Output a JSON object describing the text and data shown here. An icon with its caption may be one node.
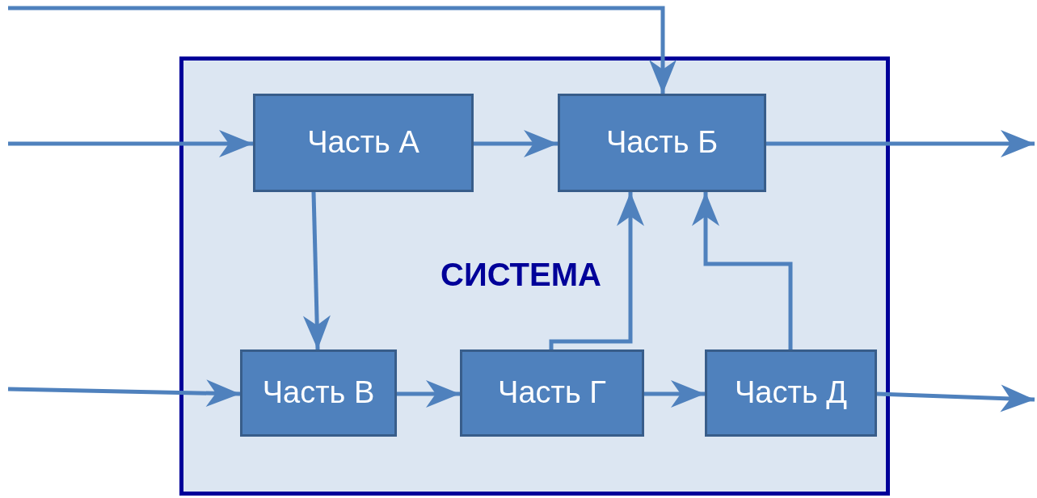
{
  "diagram": {
    "nodes": [
      {
        "text": [
          "СИСТЕМА"
        ]
      },
      {
        "text": [
          "Часть А"
        ],
        "in": 0
      },
      {
        "text": [
          "Часть Б"
        ],
        "in": 0
      },
      {
        "text": [
          "Часть В"
        ],
        "in": 0
      },
      {
        "text": [
          "Часть Г"
        ],
        "in": 0
      },
      {
        "text": [
          "Часть Д"
        ],
        "in": 0
      }
    ],
    "edges": [
      {
        "from": null,
        "to": 2,
        "arrow": "to"
      },
      {
        "from": null,
        "to": 1,
        "arrow": "to"
      },
      {
        "from": null,
        "to": 3,
        "arrow": "to"
      },
      {
        "from": 2,
        "to": null,
        "arrow": "to"
      },
      {
        "from": 5,
        "to": null,
        "arrow": "to"
      },
      {
        "from": 1,
        "to": 2,
        "arrow": "to"
      },
      {
        "from": 1,
        "to": 3,
        "arrow": "to"
      },
      {
        "from": 3,
        "to": 4,
        "arrow": "to"
      },
      {
        "from": 4,
        "to": 5,
        "arrow": "to"
      },
      {
        "from": 4,
        "to": 2,
        "arrow": "to"
      },
      {
        "from": 5,
        "to": 2,
        "arrow": "to"
      }
    ]
  }
}
